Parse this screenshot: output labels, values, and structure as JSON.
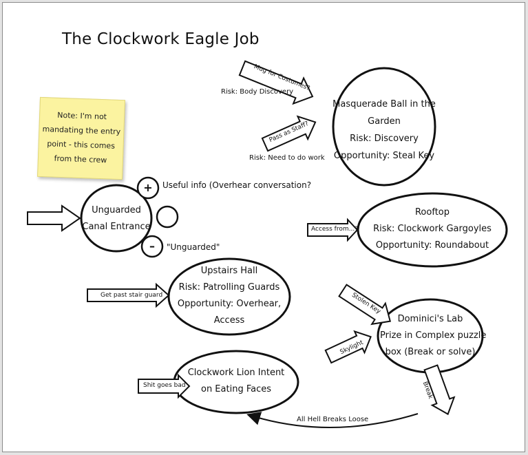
{
  "title": "The Clockwork Eagle Job",
  "note": {
    "lines": [
      "Note: I'm not",
      "mandating the entry",
      "point - this comes",
      "from the crew"
    ]
  },
  "nodes": {
    "canal": {
      "lines": [
        "Unguarded",
        "Canal Entrance"
      ]
    },
    "masquerade": {
      "lines": [
        "Masquerade Ball in the",
        "Garden",
        "Risk: Discovery",
        "Opportunity: Steal Key"
      ]
    },
    "rooftop": {
      "lines": [
        "Rooftop",
        "Risk: Clockwork Gargoyles",
        "Opportunity: Roundabout"
      ]
    },
    "upstairs": {
      "lines": [
        "Upstairs Hall",
        "Risk: Patrolling Guards",
        "Opportunity: Overhear,",
        "Access"
      ]
    },
    "lab": {
      "lines": [
        "Dominici's Lab",
        "Prize in Complex puzzle",
        "box (Break or solve)"
      ]
    },
    "lion": {
      "lines": [
        "Clockwork Lion Intent",
        "on Eating Faces"
      ]
    }
  },
  "canal_tags": {
    "plus_sign": "+",
    "minus_sign": "–",
    "plus_label": "Useful info (Overhear conversation?",
    "minus_label": "\"Unguarded\""
  },
  "arrows": {
    "mug": "Mug for Costumes?",
    "staff": "Pass as Staff?",
    "access": "Access from...?",
    "stair": "Get past stair guard",
    "stolen": "Stolen Key",
    "skylight": "Skylight",
    "shit": "Shit goes bad",
    "break": "Break"
  },
  "labels": {
    "risk_body": "Risk: Body Discovery",
    "risk_work": "Risk: Need to do work",
    "all_hell": "All Hell Breaks Loose"
  }
}
